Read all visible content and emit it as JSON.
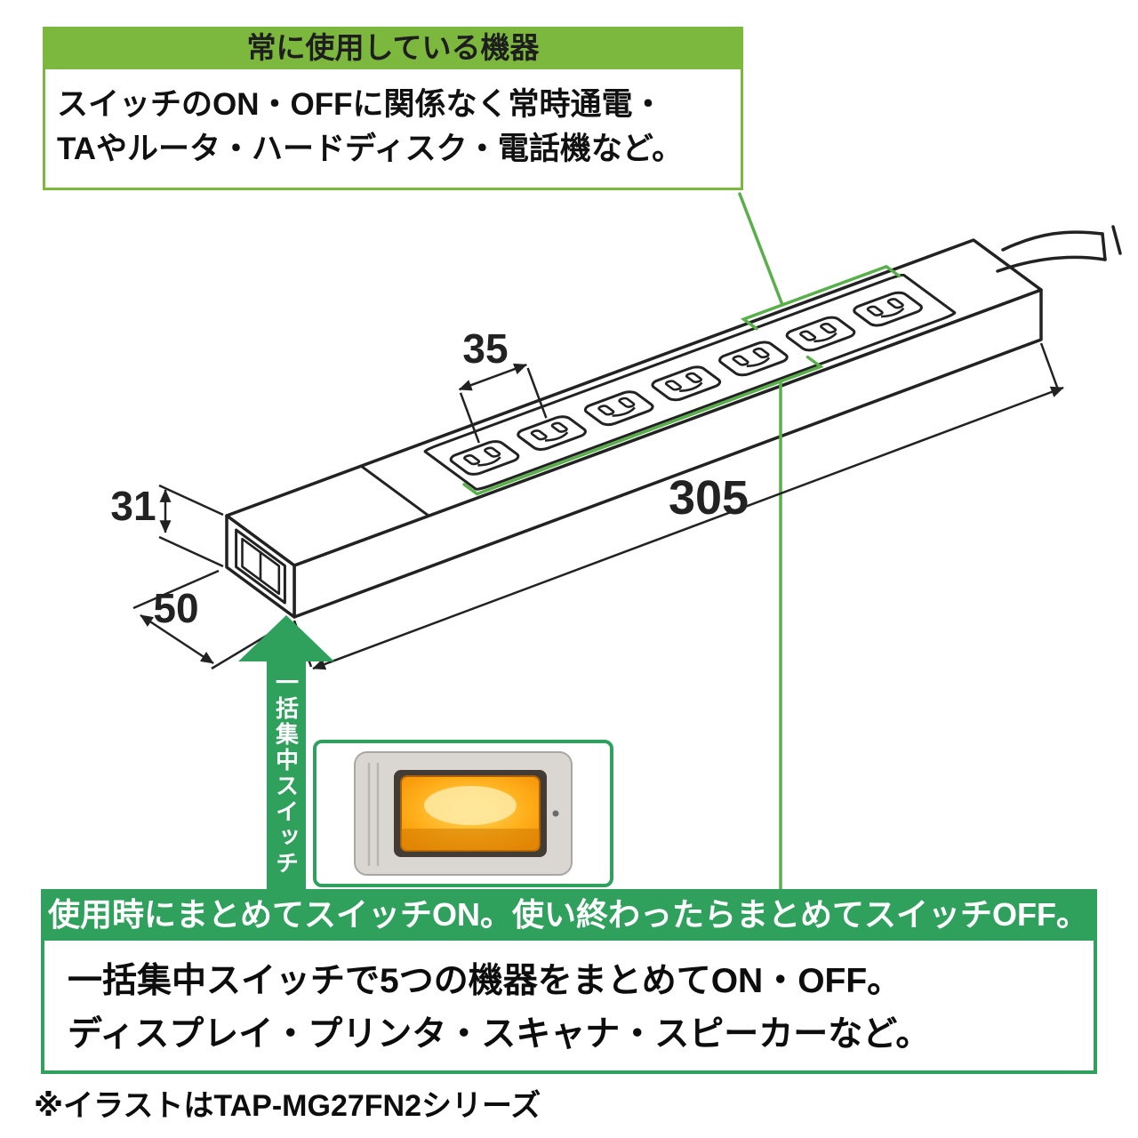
{
  "colors": {
    "box_green": "#7cb83e",
    "banner_green": "#2fa15d",
    "line_green": "#59b04b",
    "ink": "#222222",
    "switch_orange": "#ff9b00"
  },
  "top_box": {
    "title": "常に使用している機器",
    "line1": "スイッチのON・OFFに関係なく常時通電・",
    "line2": "TAやルータ・ハードディスク・電話機など。"
  },
  "dimensions": {
    "pitch": "35",
    "length": "305",
    "height": "31",
    "width": "50"
  },
  "arrow_label": "一括集中スイッチ",
  "banner": {
    "text": "使用時にまとめてスイッチON。使い終わったらまとめてスイッチOFF。"
  },
  "bottom_box": {
    "line1": "一括集中スイッチで5つの機器をまとめてON・OFF。",
    "line2": "ディスプレイ・プリンタ・スキャナ・スピーカーなど。"
  },
  "footnote": "※イラストはTAP-MG27FN2シリーズ"
}
